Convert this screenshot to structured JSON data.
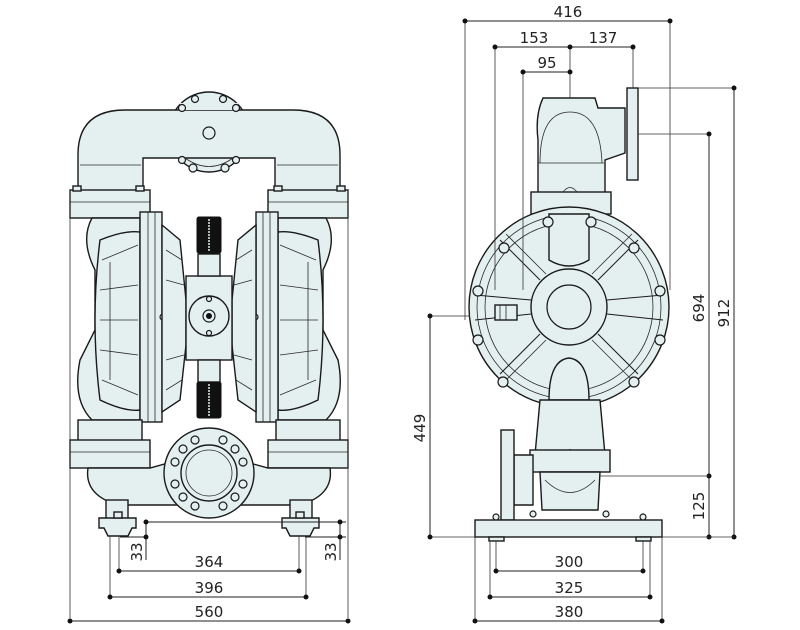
{
  "drawing": {
    "subject": "Air-operated double diaphragm pump",
    "colors": {
      "body_fill": "#e3f0ef",
      "outline": "#1a1a1a",
      "dimension": "#222222"
    },
    "front_view": {
      "dimensions": {
        "overall_width": "560",
        "foot_outer_span": "396",
        "foot_inner_span": "364",
        "foot_height_left": "33",
        "foot_height_right": "33"
      }
    },
    "side_view": {
      "dimensions": {
        "overall_depth": "416",
        "suction_offset": "153",
        "discharge_offset": "137",
        "body_offset": "95",
        "overall_height": "912",
        "port_to_port_height": "694",
        "inlet_height": "125",
        "center_height": "449",
        "base_hole_span": "300",
        "base_pad_span": "325",
        "base_width": "380"
      }
    }
  }
}
